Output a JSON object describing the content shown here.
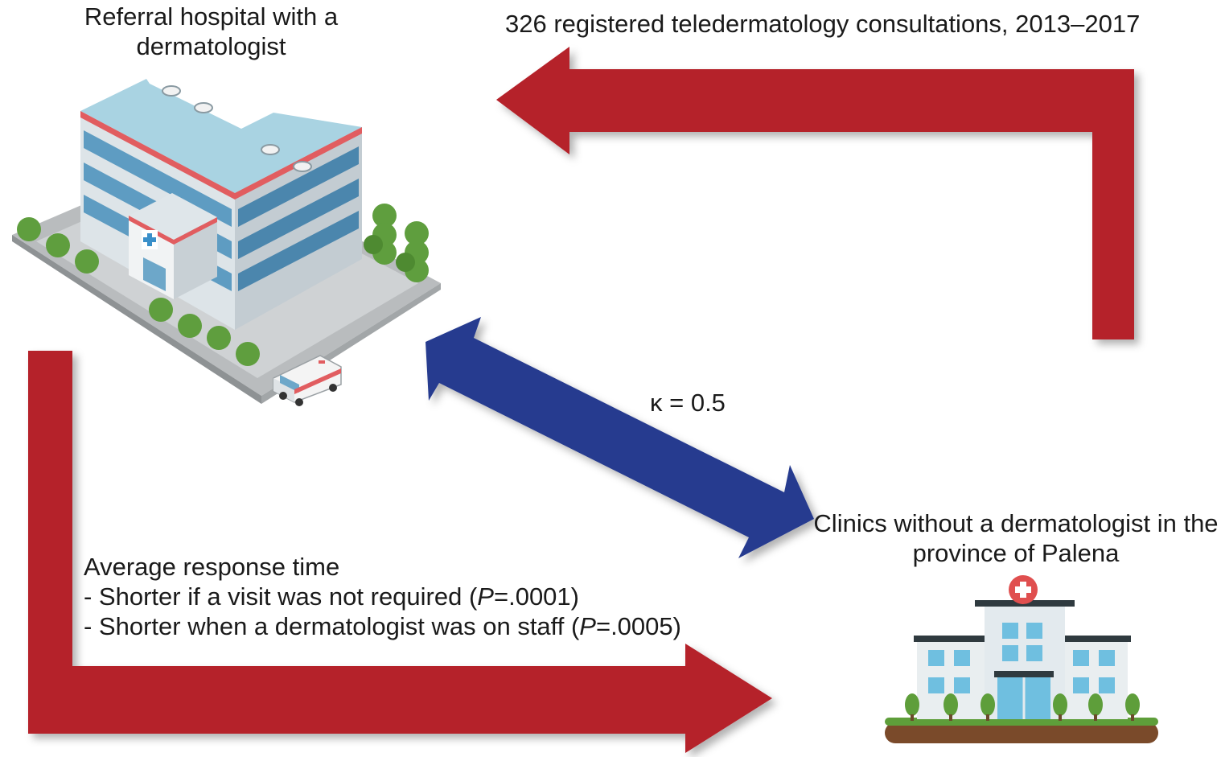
{
  "labels": {
    "hospital": "Referral hospital with a dermatologist",
    "consultations": "326 registered teledermatology consultations, 2013–2017",
    "kappa": "κ = 0.5",
    "clinics": "Clinics without a dermatologist in the province of Palena"
  },
  "response": {
    "heading": "Average response time",
    "line1_text": "- Shorter if a visit was not required (",
    "line1_p": "P",
    "line1_val": "=.0001)",
    "line2_text": "- Shorter when a dermatologist was on staff (",
    "line2_p": "P",
    "line2_val": "=.0005)"
  },
  "colors": {
    "red_arrow": "#b5202a",
    "blue_arrow": "#253b8f",
    "text": "#1a1a1a"
  },
  "icons": [
    "hospital-building-icon",
    "ambulance-icon",
    "clinic-building-icon",
    "medical-cross-icon",
    "tree-icon"
  ]
}
